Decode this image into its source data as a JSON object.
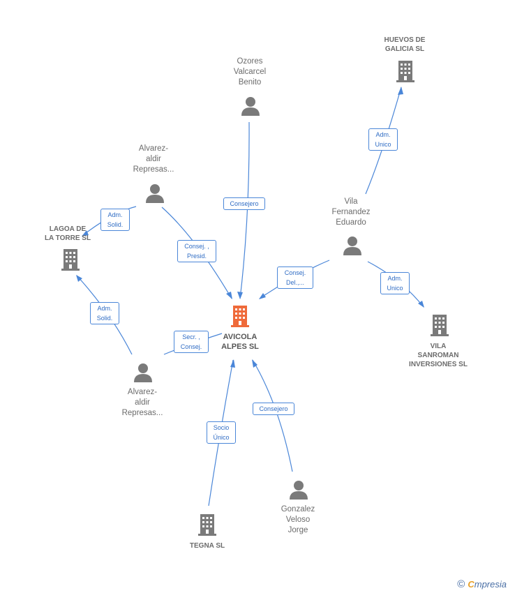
{
  "central": {
    "label": "AVICOLA\nALPES SL",
    "color": "#ef6a3a"
  },
  "companies": [
    {
      "id": "huevos",
      "label": "HUEVOS DE\nGALICIA SL"
    },
    {
      "id": "lagoa",
      "label": "LAGOA DE\nLA TORRE  SL"
    },
    {
      "id": "vila_sanroman",
      "label": "VILA\nSANROMAN\nINVERSIONES SL"
    },
    {
      "id": "tegna",
      "label": "TEGNA SL"
    }
  ],
  "people": [
    {
      "id": "ozores",
      "label": "Ozores\nValcarcel\nBenito"
    },
    {
      "id": "alvarez_top",
      "label": "Alvarez-\naldir\nRepresas..."
    },
    {
      "id": "vila_fernandez",
      "label": "Vila\nFernandez\nEduardo"
    },
    {
      "id": "alvarez_bottom",
      "label": "Alvarez-\naldir\nRepresas..."
    },
    {
      "id": "gonzalez",
      "label": "Gonzalez\nVeloso\nJorge"
    }
  ],
  "relations": [
    {
      "id": "adm_unico_huevos",
      "label": "Adm.\nUnico"
    },
    {
      "id": "consejero_ozores",
      "label": "Consejero"
    },
    {
      "id": "adm_solid_top",
      "label": "Adm.\nSolid."
    },
    {
      "id": "consej_presid",
      "label": "Consej. ,\nPresid."
    },
    {
      "id": "consej_del",
      "label": "Consej.\nDel.,..."
    },
    {
      "id": "adm_unico_vila",
      "label": "Adm.\nUnico"
    },
    {
      "id": "adm_solid_bottom",
      "label": "Adm.\nSolid."
    },
    {
      "id": "secr_consej",
      "label": "Secr. ,\nConsej."
    },
    {
      "id": "socio_unico",
      "label": "Socio\nÚnico"
    },
    {
      "id": "consejero_gonzalez",
      "label": "Consejero"
    }
  ],
  "colors": {
    "edge": "#4a86d8",
    "node": "#7a7a7a",
    "central": "#ef6a3a"
  },
  "footer": {
    "copyright": "©",
    "brand_initial": "C",
    "brand_rest": "mpresia"
  }
}
